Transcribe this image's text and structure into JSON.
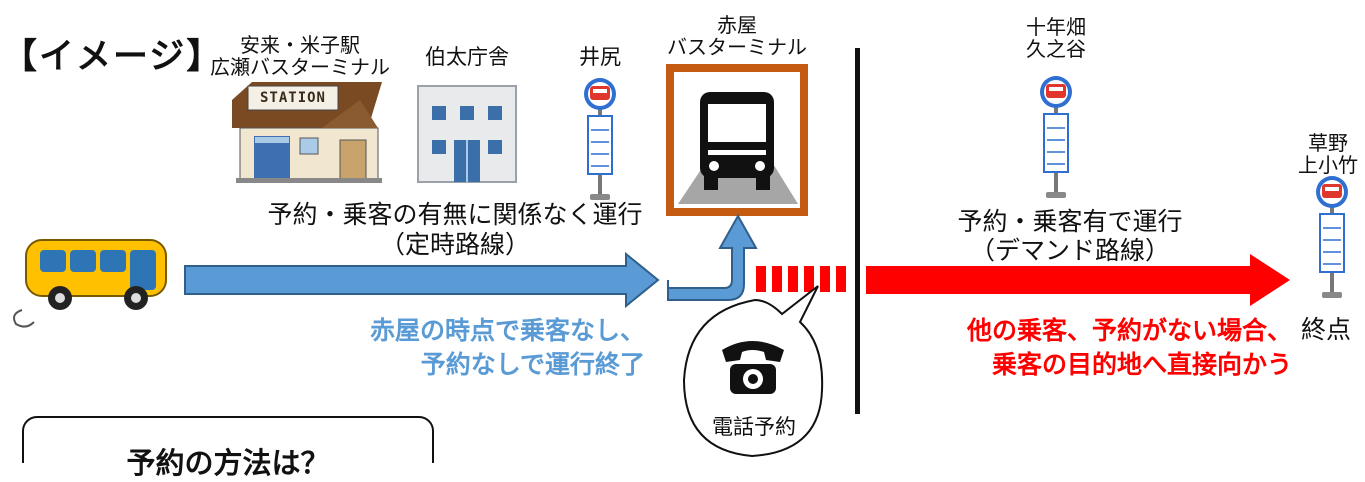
{
  "heading": "【イメージ】",
  "stops": {
    "yasugi_yonago": "安来・米子駅\n広瀬バスターミナル",
    "hakuta": "伯太庁舎",
    "ijiri": "井尻",
    "akaya": "赤屋\nバスターミナル",
    "jusenbata": "十年畑\n久之谷",
    "kusano": "草野\n上小竹"
  },
  "station_sign": "STATION",
  "segment_fixed": "予約・乗客の有無に関係なく運行\n（定時路線）",
  "segment_demand": "予約・乗客有で運行\n（デマンド路線）",
  "note_blue": "赤屋の時点で乗客なし、\n予約なしで運行終了",
  "note_red": "他の乗客、予約がない場合、\n乗客の目的地へ直接向かう",
  "terminal": "終点",
  "phone_label": "電話予約",
  "reservation_box_title": "予約の方法は？",
  "colors": {
    "blue": "#5b9bd5",
    "red": "#ff0000",
    "bus_yellow": "#ffc000",
    "terminal_frame": "#c55a11"
  }
}
